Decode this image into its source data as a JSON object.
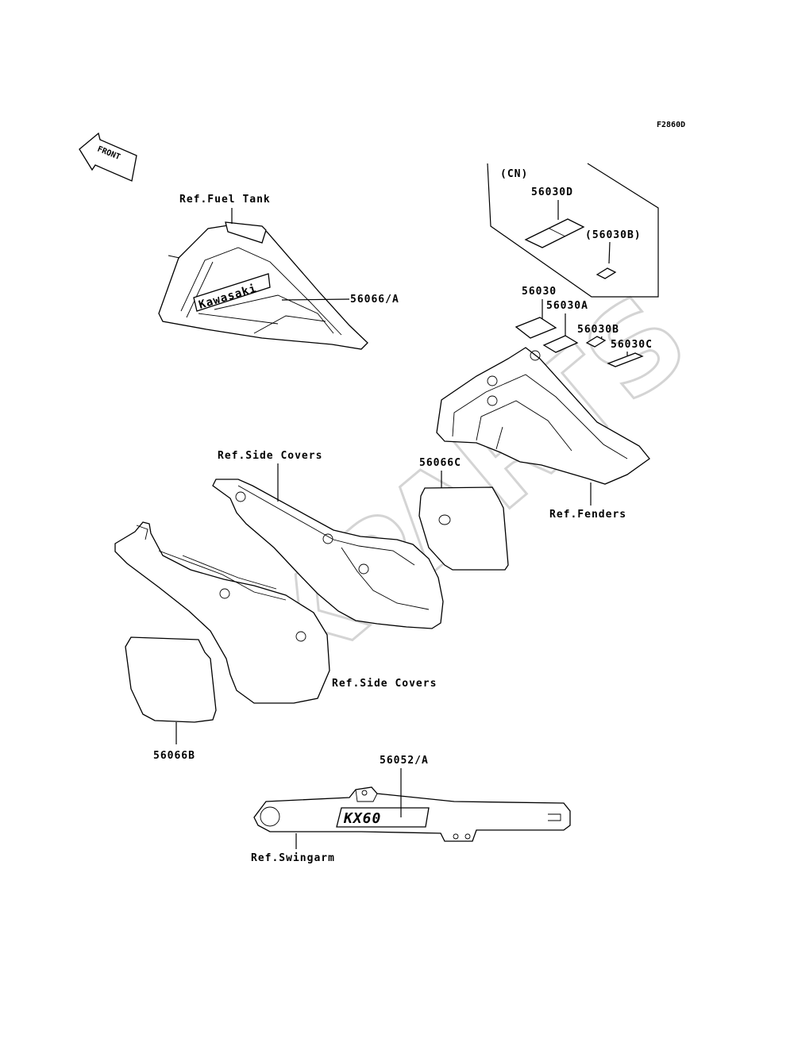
{
  "figure_code": "F2860D",
  "front_label": "FRONT",
  "watermark": "XPARTS",
  "fuel_tank_brand": "Kawasaki",
  "swingarm_logo": "KX60",
  "callouts": {
    "ref_fuel_tank": "Ref.Fuel Tank",
    "p56066a": "56066/A",
    "cn_region": "(CN)",
    "p56030d": "56030D",
    "p56030b_cn": "(56030B)",
    "p56030": "56030",
    "p56030a": "56030A",
    "p56030b": "56030B",
    "p56030c": "56030C",
    "ref_side_covers_top": "Ref.Side Covers",
    "p56066c": "56066C",
    "ref_fenders": "Ref.Fenders",
    "ref_side_covers_bottom": "Ref.Side Covers",
    "p56066b": "56066B",
    "p56052a": "56052/A",
    "ref_swingarm": "Ref.Swingarm"
  }
}
